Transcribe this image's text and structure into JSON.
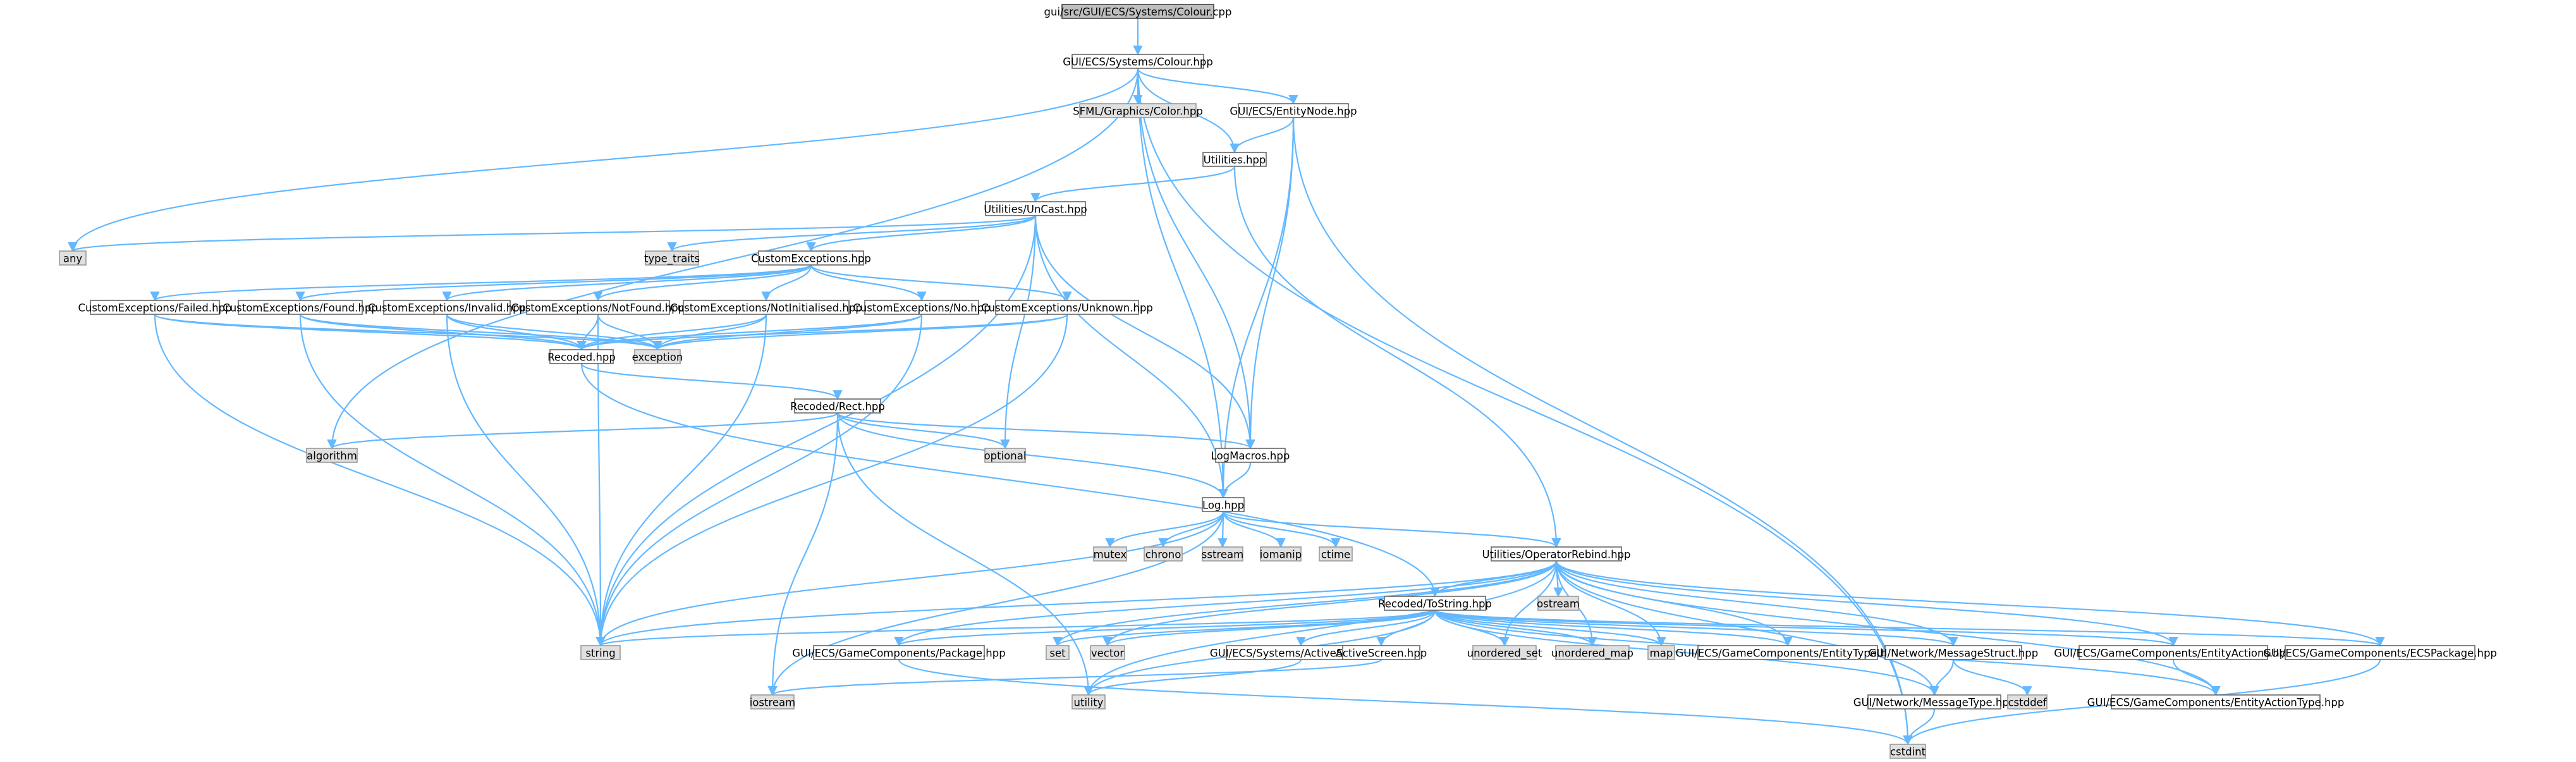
{
  "graph": {
    "nodes": [
      {
        "id": "root",
        "label": "gui/src/GUI/ECS/Systems/Colour.cpp",
        "kind": "root"
      },
      {
        "id": "colour_hpp",
        "label": "GUI/ECS/Systems/Colour.hpp",
        "kind": "file"
      },
      {
        "id": "sfml_color",
        "label": "SFML/Graphics/Color.hpp",
        "kind": "system"
      },
      {
        "id": "entity_node",
        "label": "GUI/ECS/EntityNode.hpp",
        "kind": "file"
      },
      {
        "id": "utilities",
        "label": "Utilities.hpp",
        "kind": "file"
      },
      {
        "id": "unicast",
        "label": "Utilities/UnCast.hpp",
        "kind": "file"
      },
      {
        "id": "any",
        "label": "any",
        "kind": "system"
      },
      {
        "id": "type_traits",
        "label": "type_traits",
        "kind": "system"
      },
      {
        "id": "custom_exceptions",
        "label": "CustomExceptions.hpp",
        "kind": "file"
      },
      {
        "id": "ce_failed",
        "label": "CustomExceptions/Failed.hpp",
        "kind": "file"
      },
      {
        "id": "ce_found",
        "label": "CustomExceptions/Found.hpp",
        "kind": "file"
      },
      {
        "id": "ce_invalid",
        "label": "CustomExceptions/Invalid.hpp",
        "kind": "file"
      },
      {
        "id": "ce_notfound",
        "label": "CustomExceptions/NotFound.hpp",
        "kind": "file"
      },
      {
        "id": "ce_notinit",
        "label": "CustomExceptions/NotInitialised.hpp",
        "kind": "file"
      },
      {
        "id": "ce_no",
        "label": "CustomExceptions/No.hpp",
        "kind": "file"
      },
      {
        "id": "ce_unknown",
        "label": "CustomExceptions/Unknown.hpp",
        "kind": "file"
      },
      {
        "id": "recoded",
        "label": "Recoded.hpp",
        "kind": "file"
      },
      {
        "id": "exception",
        "label": "exception",
        "kind": "system"
      },
      {
        "id": "rect",
        "label": "Recoded/Rect.hpp",
        "kind": "file"
      },
      {
        "id": "algorithm",
        "label": "algorithm",
        "kind": "system"
      },
      {
        "id": "optional",
        "label": "optional",
        "kind": "system"
      },
      {
        "id": "logmacros",
        "label": "LogMacros.hpp",
        "kind": "file"
      },
      {
        "id": "log",
        "label": "Log.hpp",
        "kind": "file"
      },
      {
        "id": "mutex",
        "label": "mutex",
        "kind": "system"
      },
      {
        "id": "chrono",
        "label": "chrono",
        "kind": "system"
      },
      {
        "id": "sstream",
        "label": "sstream",
        "kind": "system"
      },
      {
        "id": "iomanip",
        "label": "iomanip",
        "kind": "system"
      },
      {
        "id": "ctime",
        "label": "ctime",
        "kind": "system"
      },
      {
        "id": "op_rebind",
        "label": "Utilities/OperatorRebind.hpp",
        "kind": "file"
      },
      {
        "id": "ostream",
        "label": "ostream",
        "kind": "system"
      },
      {
        "id": "tostring",
        "label": "Recoded/ToString.hpp",
        "kind": "file"
      },
      {
        "id": "string",
        "label": "string",
        "kind": "system"
      },
      {
        "id": "package",
        "label": "GUI/ECS/GameComponents/Package.hpp",
        "kind": "file"
      },
      {
        "id": "set",
        "label": "set",
        "kind": "system"
      },
      {
        "id": "vector",
        "label": "vector",
        "kind": "system"
      },
      {
        "id": "activeshape",
        "label": "GUI/ECS/Systems/ActiveShape.hpp",
        "kind": "file"
      },
      {
        "id": "activescreen",
        "label": "ActiveScreen.hpp",
        "kind": "file"
      },
      {
        "id": "unordered_set",
        "label": "unordered_set",
        "kind": "system"
      },
      {
        "id": "unordered_map",
        "label": "unordered_map",
        "kind": "system"
      },
      {
        "id": "map",
        "label": "map",
        "kind": "system"
      },
      {
        "id": "entitytype",
        "label": "GUI/ECS/GameComponents/EntityType.hpp",
        "kind": "file"
      },
      {
        "id": "msgstruct",
        "label": "GUI/Network/MessageStruct.hpp",
        "kind": "file"
      },
      {
        "id": "entityactions",
        "label": "GUI/ECS/GameComponents/EntityActions.hpp",
        "kind": "file"
      },
      {
        "id": "ecspackage",
        "label": "GUI/ECS/GameComponents/ECSPackage.hpp",
        "kind": "file"
      },
      {
        "id": "iostream",
        "label": "iostream",
        "kind": "system"
      },
      {
        "id": "utility",
        "label": "utility",
        "kind": "system"
      },
      {
        "id": "msgtype",
        "label": "GUI/Network/MessageType.hpp",
        "kind": "file"
      },
      {
        "id": "cstddef",
        "label": "cstddef",
        "kind": "system"
      },
      {
        "id": "entityactiontype",
        "label": "GUI/ECS/GameComponents/EntityActionType.hpp",
        "kind": "file"
      },
      {
        "id": "cstdint",
        "label": "cstdint",
        "kind": "system"
      }
    ],
    "edges": [
      [
        "root",
        "colour_hpp"
      ],
      [
        "colour_hpp",
        "sfml_color"
      ],
      [
        "colour_hpp",
        "entity_node"
      ],
      [
        "colour_hpp",
        "utilities"
      ],
      [
        "colour_hpp",
        "any"
      ],
      [
        "colour_hpp",
        "algorithm"
      ],
      [
        "colour_hpp",
        "logmacros"
      ],
      [
        "colour_hpp",
        "log"
      ],
      [
        "colour_hpp",
        "cstdint"
      ],
      [
        "entity_node",
        "utilities"
      ],
      [
        "entity_node",
        "logmacros"
      ],
      [
        "entity_node",
        "log"
      ],
      [
        "entity_node",
        "cstdint"
      ],
      [
        "utilities",
        "unicast"
      ],
      [
        "utilities",
        "op_rebind"
      ],
      [
        "unicast",
        "any"
      ],
      [
        "unicast",
        "type_traits"
      ],
      [
        "unicast",
        "custom_exceptions"
      ],
      [
        "unicast",
        "string"
      ],
      [
        "unicast",
        "optional"
      ],
      [
        "unicast",
        "logmacros"
      ],
      [
        "unicast",
        "log"
      ],
      [
        "custom_exceptions",
        "ce_failed"
      ],
      [
        "custom_exceptions",
        "ce_found"
      ],
      [
        "custom_exceptions",
        "ce_invalid"
      ],
      [
        "custom_exceptions",
        "ce_notfound"
      ],
      [
        "custom_exceptions",
        "ce_notinit"
      ],
      [
        "custom_exceptions",
        "ce_no"
      ],
      [
        "custom_exceptions",
        "ce_unknown"
      ],
      [
        "ce_failed",
        "recoded"
      ],
      [
        "ce_failed",
        "exception"
      ],
      [
        "ce_failed",
        "string"
      ],
      [
        "ce_found",
        "recoded"
      ],
      [
        "ce_found",
        "exception"
      ],
      [
        "ce_found",
        "string"
      ],
      [
        "ce_invalid",
        "recoded"
      ],
      [
        "ce_invalid",
        "exception"
      ],
      [
        "ce_invalid",
        "string"
      ],
      [
        "ce_notfound",
        "recoded"
      ],
      [
        "ce_notfound",
        "exception"
      ],
      [
        "ce_notfound",
        "string"
      ],
      [
        "ce_notinit",
        "recoded"
      ],
      [
        "ce_notinit",
        "exception"
      ],
      [
        "ce_notinit",
        "string"
      ],
      [
        "ce_no",
        "recoded"
      ],
      [
        "ce_no",
        "exception"
      ],
      [
        "ce_no",
        "string"
      ],
      [
        "ce_unknown",
        "recoded"
      ],
      [
        "ce_unknown",
        "exception"
      ],
      [
        "ce_unknown",
        "string"
      ],
      [
        "recoded",
        "rect"
      ],
      [
        "recoded",
        "tostring"
      ],
      [
        "rect",
        "algorithm"
      ],
      [
        "rect",
        "optional"
      ],
      [
        "rect",
        "logmacros"
      ],
      [
        "rect",
        "log"
      ],
      [
        "rect",
        "iostream"
      ],
      [
        "rect",
        "utility"
      ],
      [
        "logmacros",
        "log"
      ],
      [
        "log",
        "mutex"
      ],
      [
        "log",
        "chrono"
      ],
      [
        "log",
        "sstream"
      ],
      [
        "log",
        "iomanip"
      ],
      [
        "log",
        "ctime"
      ],
      [
        "log",
        "op_rebind"
      ],
      [
        "log",
        "string"
      ],
      [
        "log",
        "iostream"
      ],
      [
        "op_rebind",
        "ostream"
      ],
      [
        "op_rebind",
        "tostring"
      ],
      [
        "op_rebind",
        "string"
      ],
      [
        "op_rebind",
        "package"
      ],
      [
        "op_rebind",
        "set"
      ],
      [
        "op_rebind",
        "vector"
      ],
      [
        "op_rebind",
        "unordered_set"
      ],
      [
        "op_rebind",
        "unordered_map"
      ],
      [
        "op_rebind",
        "map"
      ],
      [
        "op_rebind",
        "entitytype"
      ],
      [
        "op_rebind",
        "msgstruct"
      ],
      [
        "op_rebind",
        "entityactions"
      ],
      [
        "op_rebind",
        "ecspackage"
      ],
      [
        "op_rebind",
        "utility"
      ],
      [
        "op_rebind",
        "msgtype"
      ],
      [
        "op_rebind",
        "entityactiontype"
      ],
      [
        "tostring",
        "string"
      ],
      [
        "tostring",
        "package"
      ],
      [
        "tostring",
        "set"
      ],
      [
        "tostring",
        "vector"
      ],
      [
        "tostring",
        "activeshape"
      ],
      [
        "tostring",
        "activescreen"
      ],
      [
        "tostring",
        "unordered_set"
      ],
      [
        "tostring",
        "unordered_map"
      ],
      [
        "tostring",
        "map"
      ],
      [
        "tostring",
        "entitytype"
      ],
      [
        "tostring",
        "msgstruct"
      ],
      [
        "tostring",
        "entityactions"
      ],
      [
        "tostring",
        "ecspackage"
      ],
      [
        "tostring",
        "utility"
      ],
      [
        "tostring",
        "msgtype"
      ],
      [
        "tostring",
        "entityactiontype"
      ],
      [
        "package",
        "cstdint"
      ],
      [
        "activeshape",
        "utility"
      ],
      [
        "activescreen",
        "iostream"
      ],
      [
        "msgstruct",
        "msgtype"
      ],
      [
        "msgstruct",
        "cstddef"
      ],
      [
        "entityactions",
        "entityactiontype"
      ],
      [
        "ecspackage",
        "cstdint"
      ],
      [
        "msgtype",
        "cstdint"
      ]
    ]
  }
}
